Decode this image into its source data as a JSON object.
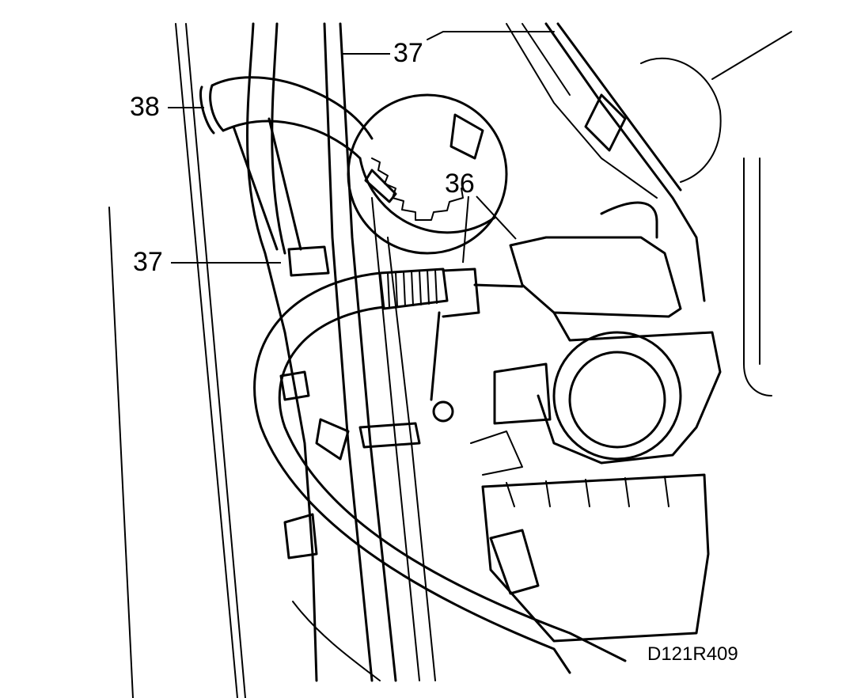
{
  "figure": {
    "reference_code": "D121R409",
    "callouts": {
      "label_36": "36",
      "label_37_top": "37",
      "label_37_left": "37",
      "label_38": "38"
    }
  }
}
